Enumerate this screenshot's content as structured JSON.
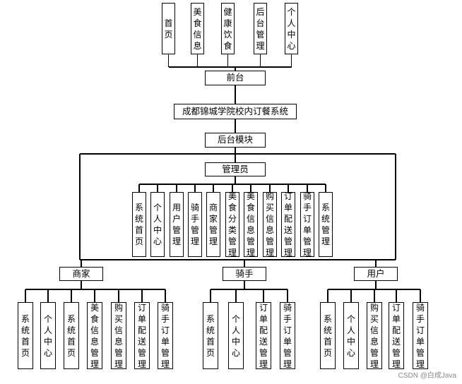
{
  "diagram": {
    "top_items": [
      "首页",
      "美食信息",
      "健康饮食",
      "后台管理",
      "个人中心"
    ],
    "front": "前台",
    "system": "成都锦城学院校内订餐系统",
    "backend": "后台模块",
    "admin": {
      "label": "管理员",
      "items": [
        "系统首页",
        "个人中心",
        "用户管理",
        "骑手管理",
        "商家管理",
        "美食分类管理",
        "美食信息管理",
        "购买信息管理",
        "订单配送管理",
        "骑手订单管理",
        "系统管理"
      ]
    },
    "merchant": {
      "label": "商家",
      "items": [
        "系统首页",
        "个人中心",
        "系统首页",
        "美食信息管理",
        "购买信息管理",
        "订单配送管理",
        "骑手订单管理"
      ]
    },
    "rider": {
      "label": "骑手",
      "items": [
        "系统首页",
        "个人中心",
        "订单配送管理",
        "骑手订单管理"
      ]
    },
    "user": {
      "label": "用户",
      "items": [
        "系统首页",
        "个人中心",
        "购买信息管理",
        "订单配送管理",
        "骑手订单管理"
      ]
    }
  },
  "watermark": "CSDN @白成Java"
}
